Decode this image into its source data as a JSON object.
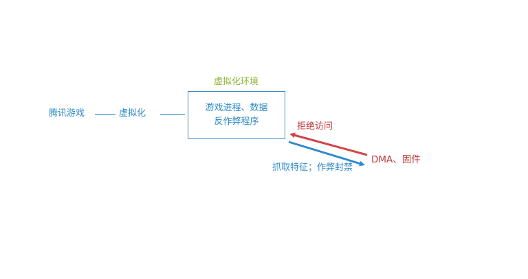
{
  "diagram": {
    "source": "腾讯游戏",
    "virtualize": "虚拟化",
    "environment_title": "虚拟化环境",
    "environment_lines": [
      "游戏进程、数据",
      "反作弊程序"
    ],
    "reject_access": "拒绝访问",
    "capture_and_ban": "抓取特征；作弊封禁",
    "dma_firmware": "DMA、固件"
  },
  "colors": {
    "blue": "#2d8ac6",
    "green": "#8db534",
    "red": "#c0393b",
    "box_border": "#3b8fc8"
  }
}
